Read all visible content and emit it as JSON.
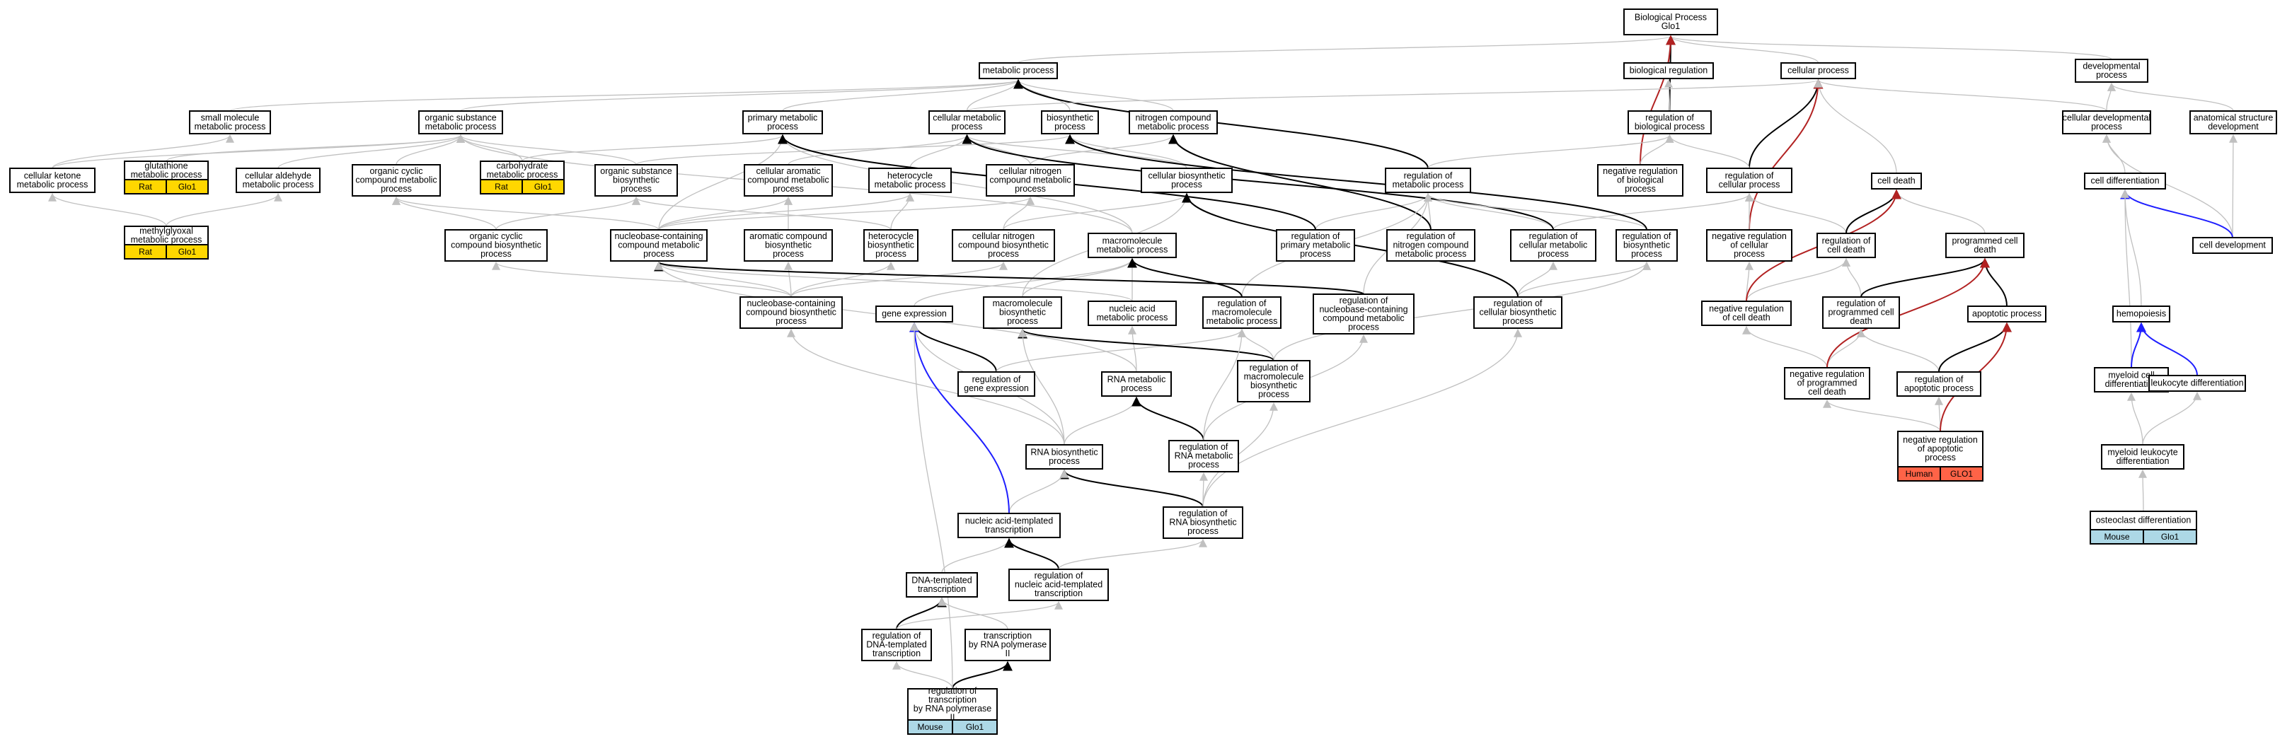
{
  "colors": {
    "grey": "#c0c0c0",
    "black": "#000000",
    "red": "#b22222",
    "blue": "#1f1fff",
    "rat": "#ffd700",
    "human": "#ff6347",
    "mouse": "#add8e6"
  },
  "nodes": [
    {
      "id": "bp",
      "lines": [
        "Biological Process",
        "Glo1"
      ]
    },
    {
      "id": "mp",
      "lines": [
        "metabolic process"
      ]
    },
    {
      "id": "breg",
      "lines": [
        "biological regulation"
      ]
    },
    {
      "id": "cp",
      "lines": [
        "cellular process"
      ]
    },
    {
      "id": "dp",
      "lines": [
        "developmental",
        "process"
      ]
    },
    {
      "id": "smmp",
      "lines": [
        "small molecule",
        "metabolic process"
      ]
    },
    {
      "id": "osmp",
      "lines": [
        "organic substance",
        "metabolic process"
      ]
    },
    {
      "id": "pmp",
      "lines": [
        "primary metabolic",
        "process"
      ]
    },
    {
      "id": "cmp",
      "lines": [
        "cellular metabolic",
        "process"
      ]
    },
    {
      "id": "bsp",
      "lines": [
        "biosynthetic",
        "process"
      ]
    },
    {
      "id": "ncmp",
      "lines": [
        "nitrogen compound",
        "metabolic process"
      ]
    },
    {
      "id": "rbp",
      "lines": [
        "regulation of",
        "biological process"
      ]
    },
    {
      "id": "cdp",
      "lines": [
        "cellular developmental",
        "process"
      ]
    },
    {
      "id": "asd",
      "lines": [
        "anatomical structure",
        "development"
      ]
    },
    {
      "id": "ckmp",
      "lines": [
        "cellular ketone",
        "metabolic process"
      ]
    },
    {
      "id": "gmp",
      "lines": [
        "glutathione",
        "metabolic process"
      ],
      "badge": [
        "Rat",
        "Glo1"
      ],
      "badgeColor": "rat"
    },
    {
      "id": "camp",
      "lines": [
        "cellular aldehyde",
        "metabolic process"
      ]
    },
    {
      "id": "occmp",
      "lines": [
        "organic cyclic",
        "compound metabolic",
        "process"
      ]
    },
    {
      "id": "chmp",
      "lines": [
        "carbohydrate",
        "metabolic process"
      ],
      "badge": [
        "Rat",
        "Glo1"
      ],
      "badgeColor": "rat"
    },
    {
      "id": "osbp",
      "lines": [
        "organic substance",
        "biosynthetic",
        "process"
      ]
    },
    {
      "id": "cacmp",
      "lines": [
        "cellular aromatic",
        "compound metabolic",
        "process"
      ]
    },
    {
      "id": "hmp",
      "lines": [
        "heterocycle",
        "metabolic process"
      ]
    },
    {
      "id": "cncmp",
      "lines": [
        "cellular nitrogen",
        "compound metabolic",
        "process"
      ]
    },
    {
      "id": "cbp",
      "lines": [
        "cellular biosynthetic",
        "process"
      ]
    },
    {
      "id": "rmp",
      "lines": [
        "regulation of",
        "metabolic process"
      ]
    },
    {
      "id": "nrbp",
      "lines": [
        "negative regulation",
        "of biological",
        "process"
      ]
    },
    {
      "id": "rcp",
      "lines": [
        "regulation of",
        "cellular process"
      ]
    },
    {
      "id": "cd",
      "lines": [
        "cell death"
      ]
    },
    {
      "id": "cdiff",
      "lines": [
        "cell differentiation"
      ]
    },
    {
      "id": "mgmp",
      "lines": [
        "methylglyoxal",
        "metabolic process"
      ],
      "badge": [
        "Rat",
        "Glo1"
      ],
      "badgeColor": "rat"
    },
    {
      "id": "occbp",
      "lines": [
        "organic cyclic",
        "compound biosynthetic",
        "process"
      ]
    },
    {
      "id": "nbccmp",
      "lines": [
        "nucleobase-containing",
        "compound metabolic",
        "process"
      ]
    },
    {
      "id": "acbp",
      "lines": [
        "aromatic compound",
        "biosynthetic",
        "process"
      ]
    },
    {
      "id": "hbp",
      "lines": [
        "heterocycle",
        "biosynthetic",
        "process"
      ]
    },
    {
      "id": "cncbp",
      "lines": [
        "cellular nitrogen",
        "compound biosynthetic",
        "process"
      ]
    },
    {
      "id": "mmp",
      "lines": [
        "macromolecule",
        "metabolic process"
      ]
    },
    {
      "id": "rpmp",
      "lines": [
        "regulation of",
        "primary metabolic",
        "process"
      ]
    },
    {
      "id": "rncmp",
      "lines": [
        "regulation of",
        "nitrogen compound",
        "metabolic process"
      ]
    },
    {
      "id": "rcmp",
      "lines": [
        "regulation of",
        "cellular metabolic",
        "process"
      ]
    },
    {
      "id": "rbsp",
      "lines": [
        "regulation of",
        "biosynthetic",
        "process"
      ]
    },
    {
      "id": "nrcp",
      "lines": [
        "negative regulation",
        "of cellular",
        "process"
      ]
    },
    {
      "id": "rcd",
      "lines": [
        "regulation of",
        "cell death"
      ]
    },
    {
      "id": "pcd",
      "lines": [
        "programmed cell",
        "death"
      ]
    },
    {
      "id": "cdev",
      "lines": [
        "cell development"
      ]
    },
    {
      "id": "nbccbp",
      "lines": [
        "nucleobase-containing",
        "compound biosynthetic",
        "process"
      ]
    },
    {
      "id": "ge",
      "lines": [
        "gene expression"
      ]
    },
    {
      "id": "mbp",
      "lines": [
        "macromolecule",
        "biosynthetic",
        "process"
      ]
    },
    {
      "id": "namp",
      "lines": [
        "nucleic acid",
        "metabolic process"
      ]
    },
    {
      "id": "rmmp",
      "lines": [
        "regulation of",
        "macromolecule",
        "metabolic process"
      ]
    },
    {
      "id": "rnbccmp",
      "lines": [
        "regulation of",
        "nucleobase-containing",
        "compound metabolic",
        "process"
      ]
    },
    {
      "id": "rcbp",
      "lines": [
        "regulation of",
        "cellular biosynthetic",
        "process"
      ]
    },
    {
      "id": "nrcd",
      "lines": [
        "negative regulation",
        "of cell death"
      ]
    },
    {
      "id": "rpcd",
      "lines": [
        "regulation of",
        "programmed cell",
        "death"
      ]
    },
    {
      "id": "ap",
      "lines": [
        "apoptotic process"
      ]
    },
    {
      "id": "hemo",
      "lines": [
        "hemopoiesis"
      ]
    },
    {
      "id": "rge",
      "lines": [
        "regulation of",
        "gene expression"
      ]
    },
    {
      "id": "rnamp",
      "lines": [
        "RNA metabolic",
        "process"
      ]
    },
    {
      "id": "rmbp",
      "lines": [
        "regulation of",
        "macromolecule",
        "biosynthetic",
        "process"
      ]
    },
    {
      "id": "nrpcd",
      "lines": [
        "negative regulation",
        "of programmed",
        "cell death"
      ]
    },
    {
      "id": "rap",
      "lines": [
        "regulation of",
        "apoptotic process"
      ]
    },
    {
      "id": "mcd",
      "lines": [
        "myeloid cell",
        "differentiation"
      ]
    },
    {
      "id": "ld",
      "lines": [
        "leukocyte differentiation"
      ]
    },
    {
      "id": "rnabp",
      "lines": [
        "RNA biosynthetic",
        "process"
      ]
    },
    {
      "id": "rrnamp",
      "lines": [
        "regulation of",
        "RNA metabolic",
        "process"
      ]
    },
    {
      "id": "nrap",
      "lines": [
        "negative regulation",
        "of apoptotic",
        "process"
      ],
      "badge": [
        "Human",
        "GLO1"
      ],
      "badgeColor": "human"
    },
    {
      "id": "mld",
      "lines": [
        "myeloid leukocyte",
        "differentiation"
      ]
    },
    {
      "id": "rrnabp",
      "lines": [
        "regulation of",
        "RNA biosynthetic",
        "process"
      ]
    },
    {
      "id": "natt",
      "lines": [
        "nucleic acid-templated",
        "transcription"
      ]
    },
    {
      "id": "od",
      "lines": [
        "osteoclast differentiation"
      ],
      "badge": [
        "Mouse",
        "Glo1"
      ],
      "badgeColor": "mouse"
    },
    {
      "id": "dtt",
      "lines": [
        "DNA-templated",
        "transcription"
      ]
    },
    {
      "id": "rnatt",
      "lines": [
        "regulation of",
        "nucleic acid-templated",
        "transcription"
      ]
    },
    {
      "id": "rdtt",
      "lines": [
        "regulation of",
        "DNA-templated",
        "transcription"
      ]
    },
    {
      "id": "trp2",
      "lines": [
        "transcription",
        "by RNA polymerase",
        "II"
      ]
    },
    {
      "id": "rtrp2",
      "lines": [
        "regulation of",
        "transcription",
        "by RNA polymerase",
        "II"
      ],
      "badge": [
        "Mouse",
        "Glo1"
      ],
      "badgeColor": "mouse"
    }
  ],
  "edges": [
    [
      "mp",
      "bp",
      "grey"
    ],
    [
      "breg",
      "bp",
      "grey"
    ],
    [
      "cp",
      "bp",
      "grey"
    ],
    [
      "dp",
      "bp",
      "grey"
    ],
    [
      "rbp",
      "bp",
      "black"
    ],
    [
      "nrbp",
      "bp",
      "red"
    ],
    [
      "rbp",
      "breg",
      "grey"
    ],
    [
      "smmp",
      "mp",
      "grey"
    ],
    [
      "osmp",
      "mp",
      "grey"
    ],
    [
      "pmp",
      "mp",
      "grey"
    ],
    [
      "cmp",
      "mp",
      "grey"
    ],
    [
      "bsp",
      "mp",
      "grey"
    ],
    [
      "ncmp",
      "mp",
      "grey"
    ],
    [
      "rmp",
      "mp",
      "black"
    ],
    [
      "cdp",
      "cp",
      "grey"
    ],
    [
      "cdp",
      "dp",
      "grey"
    ],
    [
      "asd",
      "dp",
      "grey"
    ],
    [
      "rcp",
      "cp",
      "black"
    ],
    [
      "cd",
      "cp",
      "grey"
    ],
    [
      "nrcp",
      "cp",
      "red"
    ],
    [
      "cmp",
      "cp",
      "grey"
    ],
    [
      "ckmp",
      "smmp",
      "grey"
    ],
    [
      "gmp",
      "osmp",
      "grey"
    ],
    [
      "ckmp",
      "osmp",
      "grey"
    ],
    [
      "camp",
      "osmp",
      "grey"
    ],
    [
      "chmp",
      "osmp",
      "grey"
    ],
    [
      "chmp",
      "pmp",
      "grey"
    ],
    [
      "occmp",
      "osmp",
      "grey"
    ],
    [
      "osbp",
      "osmp",
      "grey"
    ],
    [
      "osbp",
      "bsp",
      "grey"
    ],
    [
      "cacmp",
      "cmp",
      "grey"
    ],
    [
      "hmp",
      "cmp",
      "grey"
    ],
    [
      "cncmp",
      "cmp",
      "grey"
    ],
    [
      "cncmp",
      "ncmp",
      "grey"
    ],
    [
      "cbp",
      "cmp",
      "grey"
    ],
    [
      "cbp",
      "bsp",
      "grey"
    ],
    [
      "rmp",
      "rbp",
      "grey"
    ],
    [
      "nrbp",
      "rbp",
      "grey"
    ],
    [
      "rcp",
      "rbp",
      "grey"
    ],
    [
      "mgmp",
      "ckmp",
      "grey"
    ],
    [
      "mgmp",
      "camp",
      "grey"
    ],
    [
      "occbp",
      "occmp",
      "grey"
    ],
    [
      "occbp",
      "osbp",
      "grey"
    ],
    [
      "nbccmp",
      "pmp",
      "grey"
    ],
    [
      "nbccmp",
      "occmp",
      "grey"
    ],
    [
      "nbccmp",
      "cacmp",
      "grey"
    ],
    [
      "nbccmp",
      "hmp",
      "grey"
    ],
    [
      "nbccmp",
      "cncmp",
      "grey"
    ],
    [
      "acbp",
      "cacmp",
      "grey"
    ],
    [
      "hbp",
      "hmp",
      "grey"
    ],
    [
      "hbp",
      "osbp",
      "grey"
    ],
    [
      "cncbp",
      "cncmp",
      "grey"
    ],
    [
      "cncbp",
      "cbp",
      "grey"
    ],
    [
      "mmp",
      "pmp",
      "grey"
    ],
    [
      "mmp",
      "osmp",
      "grey"
    ],
    [
      "rpmp",
      "rmp",
      "grey"
    ],
    [
      "rpmp",
      "pmp",
      "black"
    ],
    [
      "rncmp",
      "rmp",
      "grey"
    ],
    [
      "rncmp",
      "ncmp",
      "black"
    ],
    [
      "rcmp",
      "rmp",
      "grey"
    ],
    [
      "rcmp",
      "rcp",
      "grey"
    ],
    [
      "rcmp",
      "cmp",
      "black"
    ],
    [
      "rbsp",
      "rmp",
      "grey"
    ],
    [
      "rbsp",
      "bsp",
      "black"
    ],
    [
      "nrcp",
      "rcp",
      "grey"
    ],
    [
      "rcd",
      "rcp",
      "grey"
    ],
    [
      "rcd",
      "cd",
      "black"
    ],
    [
      "pcd",
      "cd",
      "grey"
    ],
    [
      "cdev",
      "cdp",
      "grey"
    ],
    [
      "cdev",
      "asd",
      "grey"
    ],
    [
      "cdev",
      "cdiff",
      "blue"
    ],
    [
      "cdiff",
      "cdp",
      "grey"
    ],
    [
      "nbccbp",
      "nbccmp",
      "grey"
    ],
    [
      "nbccbp",
      "occbp",
      "grey"
    ],
    [
      "nbccbp",
      "acbp",
      "grey"
    ],
    [
      "nbccbp",
      "hbp",
      "grey"
    ],
    [
      "nbccbp",
      "cncbp",
      "grey"
    ],
    [
      "ge",
      "mmp",
      "grey"
    ],
    [
      "mbp",
      "mmp",
      "grey"
    ],
    [
      "mbp",
      "cbp",
      "grey"
    ],
    [
      "namp",
      "mmp",
      "grey"
    ],
    [
      "namp",
      "nbccmp",
      "grey"
    ],
    [
      "rmmp",
      "rmp",
      "grey"
    ],
    [
      "rmmp",
      "mmp",
      "black"
    ],
    [
      "rnbccmp",
      "rmp",
      "grey"
    ],
    [
      "rnbccmp",
      "nbccmp",
      "black"
    ],
    [
      "rcbp",
      "rcmp",
      "grey"
    ],
    [
      "rcbp",
      "rbsp",
      "grey"
    ],
    [
      "rcbp",
      "cbp",
      "black"
    ],
    [
      "nrcd",
      "nrcp",
      "grey"
    ],
    [
      "nrcd",
      "rcd",
      "grey"
    ],
    [
      "nrcd",
      "cd",
      "red"
    ],
    [
      "rpcd",
      "rcd",
      "grey"
    ],
    [
      "rpcd",
      "pcd",
      "black"
    ],
    [
      "ap",
      "pcd",
      "black"
    ],
    [
      "hemo",
      "cdiff",
      "grey"
    ],
    [
      "rge",
      "ge",
      "black"
    ],
    [
      "rge",
      "rmmp",
      "grey"
    ],
    [
      "rnamp",
      "namp",
      "grey"
    ],
    [
      "rnamp",
      "nbccmp",
      "grey"
    ],
    [
      "rmbp",
      "rmmp",
      "grey"
    ],
    [
      "rmbp",
      "mbp",
      "black"
    ],
    [
      "rmbp",
      "rbsp",
      "grey"
    ],
    [
      "nrpcd",
      "nrcd",
      "grey"
    ],
    [
      "nrpcd",
      "rpcd",
      "grey"
    ],
    [
      "nrpcd",
      "pcd",
      "red"
    ],
    [
      "rap",
      "rpcd",
      "grey"
    ],
    [
      "rap",
      "ap",
      "black"
    ],
    [
      "mcd",
      "cdiff",
      "grey"
    ],
    [
      "mcd",
      "hemo",
      "blue"
    ],
    [
      "ld",
      "hemo",
      "blue"
    ],
    [
      "rnabp",
      "rnamp",
      "grey"
    ],
    [
      "rnabp",
      "mbp",
      "grey"
    ],
    [
      "rnabp",
      "nbccbp",
      "grey"
    ],
    [
      "rnabp",
      "ge",
      "grey"
    ],
    [
      "rrnamp",
      "rnamp",
      "black"
    ],
    [
      "rrnamp",
      "rmmp",
      "grey"
    ],
    [
      "rrnamp",
      "rnbccmp",
      "grey"
    ],
    [
      "nrap",
      "nrpcd",
      "grey"
    ],
    [
      "nrap",
      "rap",
      "grey"
    ],
    [
      "nrap",
      "ap",
      "red"
    ],
    [
      "mld",
      "mcd",
      "grey"
    ],
    [
      "mld",
      "ld",
      "grey"
    ],
    [
      "rrnabp",
      "rnabp",
      "black"
    ],
    [
      "rrnabp",
      "rrnamp",
      "grey"
    ],
    [
      "rrnabp",
      "rmbp",
      "grey"
    ],
    [
      "rrnabp",
      "rcbp",
      "grey"
    ],
    [
      "natt",
      "rnabp",
      "grey"
    ],
    [
      "natt",
      "ge",
      "blue"
    ],
    [
      "od",
      "mld",
      "grey"
    ],
    [
      "dtt",
      "natt",
      "grey"
    ],
    [
      "rnatt",
      "natt",
      "black"
    ],
    [
      "rnatt",
      "rrnabp",
      "grey"
    ],
    [
      "rdtt",
      "dtt",
      "black"
    ],
    [
      "rdtt",
      "rnatt",
      "grey"
    ],
    [
      "trp2",
      "dtt",
      "grey"
    ],
    [
      "rtrp2",
      "rdtt",
      "grey"
    ],
    [
      "rtrp2",
      "trp2",
      "black"
    ],
    [
      "rtrp2",
      "ge",
      "grey"
    ]
  ]
}
